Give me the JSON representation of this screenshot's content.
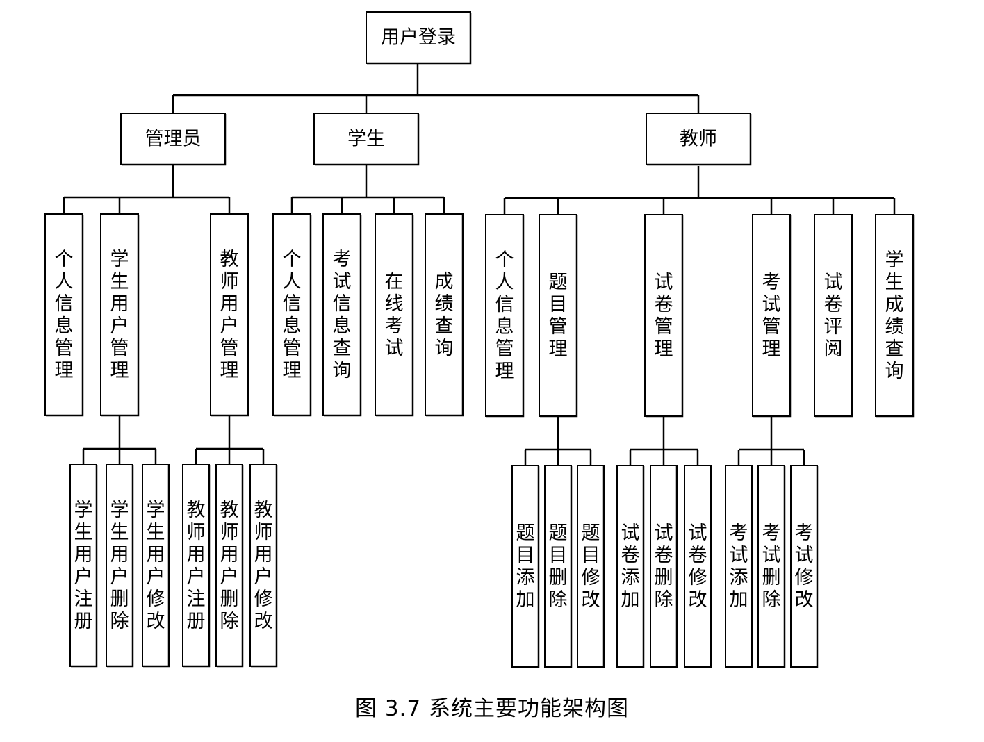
{
  "diagram": {
    "root": "用户登录",
    "roles": {
      "admin": "管理员",
      "student": "学生",
      "teacher": "教师"
    },
    "admin_modules": {
      "personal_info": "个人信息管理",
      "student_users": "学生用户管理",
      "teacher_users": "教师用户管理"
    },
    "admin_student_ops": {
      "register": "学生用户注册",
      "delete": "学生用户删除",
      "modify": "学生用户修改"
    },
    "admin_teacher_ops": {
      "register": "教师用户注册",
      "delete": "教师用户删除",
      "modify": "教师用户修改"
    },
    "student_modules": {
      "personal_info": "个人信息管理",
      "exam_info": "考试信息查询",
      "online_exam": "在线考试",
      "score_query": "成绩查询"
    },
    "teacher_modules": {
      "personal_info": "个人信息管理",
      "question_mgmt": "题目管理",
      "paper_mgmt": "试卷管理",
      "exam_mgmt": "考试管理",
      "paper_review": "试卷评阅",
      "score_query": "学生成绩查询"
    },
    "question_ops": {
      "add": "题目添加",
      "delete": "题目删除",
      "modify": "题目修改"
    },
    "paper_ops": {
      "add": "试卷添加",
      "delete": "试卷删除",
      "modify": "试卷修改"
    },
    "exam_ops": {
      "add": "考试添加",
      "delete": "考试删除",
      "modify": "考试修改"
    }
  },
  "caption": "图 3.7   系统主要功能架构图"
}
